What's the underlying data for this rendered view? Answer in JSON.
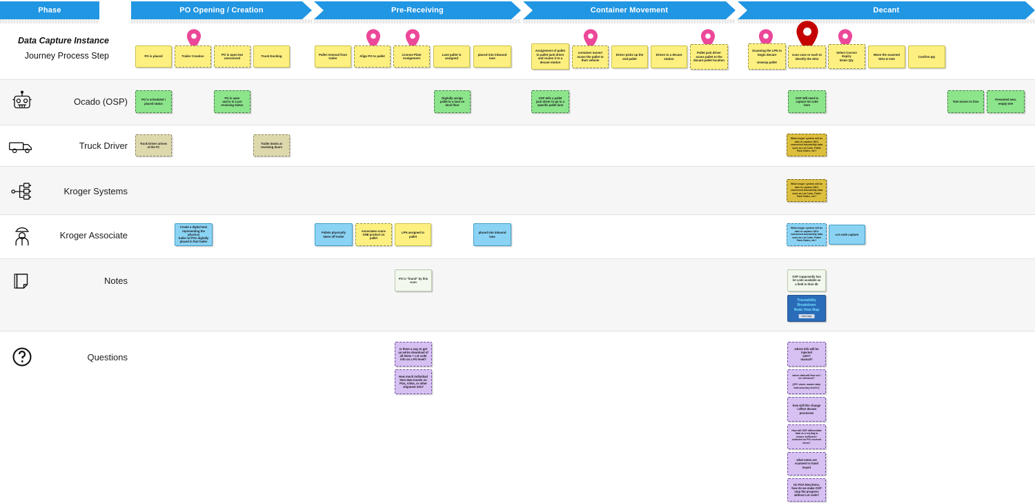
{
  "meta": {
    "top_labels": {
      "data_capture_instance": "Data Capture Instance",
      "journey_process_step": "Journey Process Step"
    },
    "colors": {
      "phase_blue": "#2196e3",
      "pin_pink": "#ec4899",
      "pin_red": "#c40000",
      "card_yellow": "#fdf080",
      "card_green": "#8ce48b",
      "card_tan": "#ded9ad",
      "card_gold": "#ddbf3e",
      "card_blue": "#8bd3f4",
      "card_note": "#f3f8ee",
      "card_purple": "#d7c0f2",
      "trace_blue": "#2b6cb8"
    }
  },
  "phases": [
    {
      "label": "Phase"
    },
    {
      "label": "PO Opening / Creation"
    },
    {
      "label": "Pre-Receiving"
    },
    {
      "label": "Container Movement"
    },
    {
      "label": "Decant"
    }
  ],
  "lanes": [
    {
      "label": "Ocado (OSP)",
      "icon": "robot-icon"
    },
    {
      "label": "Truck Driver",
      "icon": "truck-icon"
    },
    {
      "label": "Kroger Systems",
      "icon": "network-icon"
    },
    {
      "label": "Kroger Associate",
      "icon": "worker-icon"
    },
    {
      "label": "Notes",
      "icon": "note-icon"
    },
    {
      "label": "Questions",
      "icon": "question-icon"
    }
  ],
  "journey_steps": [
    {
      "text": "PO is placed",
      "pin": null
    },
    {
      "text": "Trailer Creation",
      "pin": "pink"
    },
    {
      "text": "PO is open but\nunreceived",
      "pin": null
    },
    {
      "text": "Truck Docking",
      "pin": null
    },
    {
      "text": "Pallet removal from\ntrailer",
      "pin": null
    },
    {
      "text": "Align PO to pallet",
      "pin": "pink"
    },
    {
      "text": "License Plate\nAssignment",
      "pin": "pink"
    },
    {
      "text": "Lane pallet is\nassigned",
      "pin": null
    },
    {
      "text": "placed into inbound\nlane",
      "pin": null
    },
    {
      "text": "Assignment of pallet\nto pallet jack driver\nand routes it to a\ndecant station",
      "pin": null
    },
    {
      "text": "container mover/\nscans the pallet to\ntheir vehicle",
      "pin": "pink"
    },
    {
      "text": "Driver picks up the\nend pallet",
      "pin": null
    },
    {
      "text": "Drives to a decant\nstation",
      "pin": null
    },
    {
      "text": "Pallet jack driver\nscans pallet to the\ndecant pallet location",
      "pin": "pink"
    },
    {
      "text": "Scanning the LPN to\nbegin decant\n\nUnwrap pallet",
      "pin": "pink"
    },
    {
      "text": "scan case or each to\nidentify the SKU",
      "pin": "red"
    },
    {
      "text": "Select Correct\nExpiry\nEnter Qty",
      "pin": "pink"
    },
    {
      "text": "Move the scanned\nSKU to tote",
      "pin": null
    },
    {
      "text": "Confirm qty",
      "pin": null
    }
  ],
  "ocado_cards": [
    {
      "text": "PO is scheduled /\nplaced status"
    },
    {
      "text": "PO is open\nand is in a pre\nreceiving status"
    },
    {
      "text": "Digitally assign\npallet to a lane on\ndock floor"
    },
    {
      "text": "OSP tells a pallet\njack driver to go to a\nspecific pallet lane"
    },
    {
      "text": "OSP Will need to\ncapture lot code\nhere"
    },
    {
      "text": "Tote moves to hive"
    },
    {
      "text": "Presented new,\nempty tote"
    }
  ],
  "truck_driver_cards": [
    {
      "text": "Truck Driver arrives\nat the FC"
    },
    {
      "text": "Trailer docks at\nreceiving doors"
    },
    {
      "text": "What kroger system will be\nable to capture SKU\nconnected traceability data\nsuch as Lot Code, Pallet\nPack Dates, etc?"
    }
  ],
  "kroger_systems_cards": [
    {
      "text": "What kroger system will be\nable to capture SKU\nconnected traceability data\nsuch as Lot Code, Pallet\nPack Dates, etc?"
    }
  ],
  "kroger_associate_cards": [
    {
      "text": "Create a digital twin\nrepresenting the physical\ntrailer w/ POs digitally\nplaced in that trailer"
    },
    {
      "text": "Pallets physically\ntaken off trailer"
    },
    {
      "text": "Associates scans\nONE product on\npallet"
    },
    {
      "text": "LPN assigned to\npallet"
    },
    {
      "text": "placed into inbound\nlane"
    },
    {
      "text": "What kroger system will be\nable to capture SKU\nconnected traceability data\nsuch as Lot Code, Pallet\nPack Dates, etc?"
    },
    {
      "text": "Lot code capture"
    }
  ],
  "notes_cards": [
    {
      "text": "PO is \"found\" by this\nscan"
    },
    {
      "text": "OSP supposedly has\nlot code available as\na field in their db"
    }
  ],
  "trace_card": {
    "title": "Traceability\nBreakdown\nNode View Map",
    "button": "View Map"
  },
  "questions_cards": [
    {
      "text": "Is there a way to get\nan entire download of\nall items + Lot code\ninfo on a PO level?"
    },
    {
      "text": "How much individual\nitem data travels on\nPOs, ASNs, or other\nshipment info?"
    },
    {
      "text": "where info will be\ninjected\nauto?\nmanual?"
    },
    {
      "text": "where data will flow out /\nbe refreshed?\n\n(CFC stock, master data,\nlead accuracy levels?)"
    },
    {
      "text": "how will this change\n/ affect decant\nprocesses"
    },
    {
      "text": "How will OSP differentiate\ndata vs a req flag to\nensure sufficient /\ncollected on PO/ received\nitems?"
    },
    {
      "text": "what notes are\nscanned vs hand\nkeyed"
    },
    {
      "text": "On POA Req items,\nhow do we make OSP\nstop the progress\nwithout Lot code?"
    }
  ]
}
